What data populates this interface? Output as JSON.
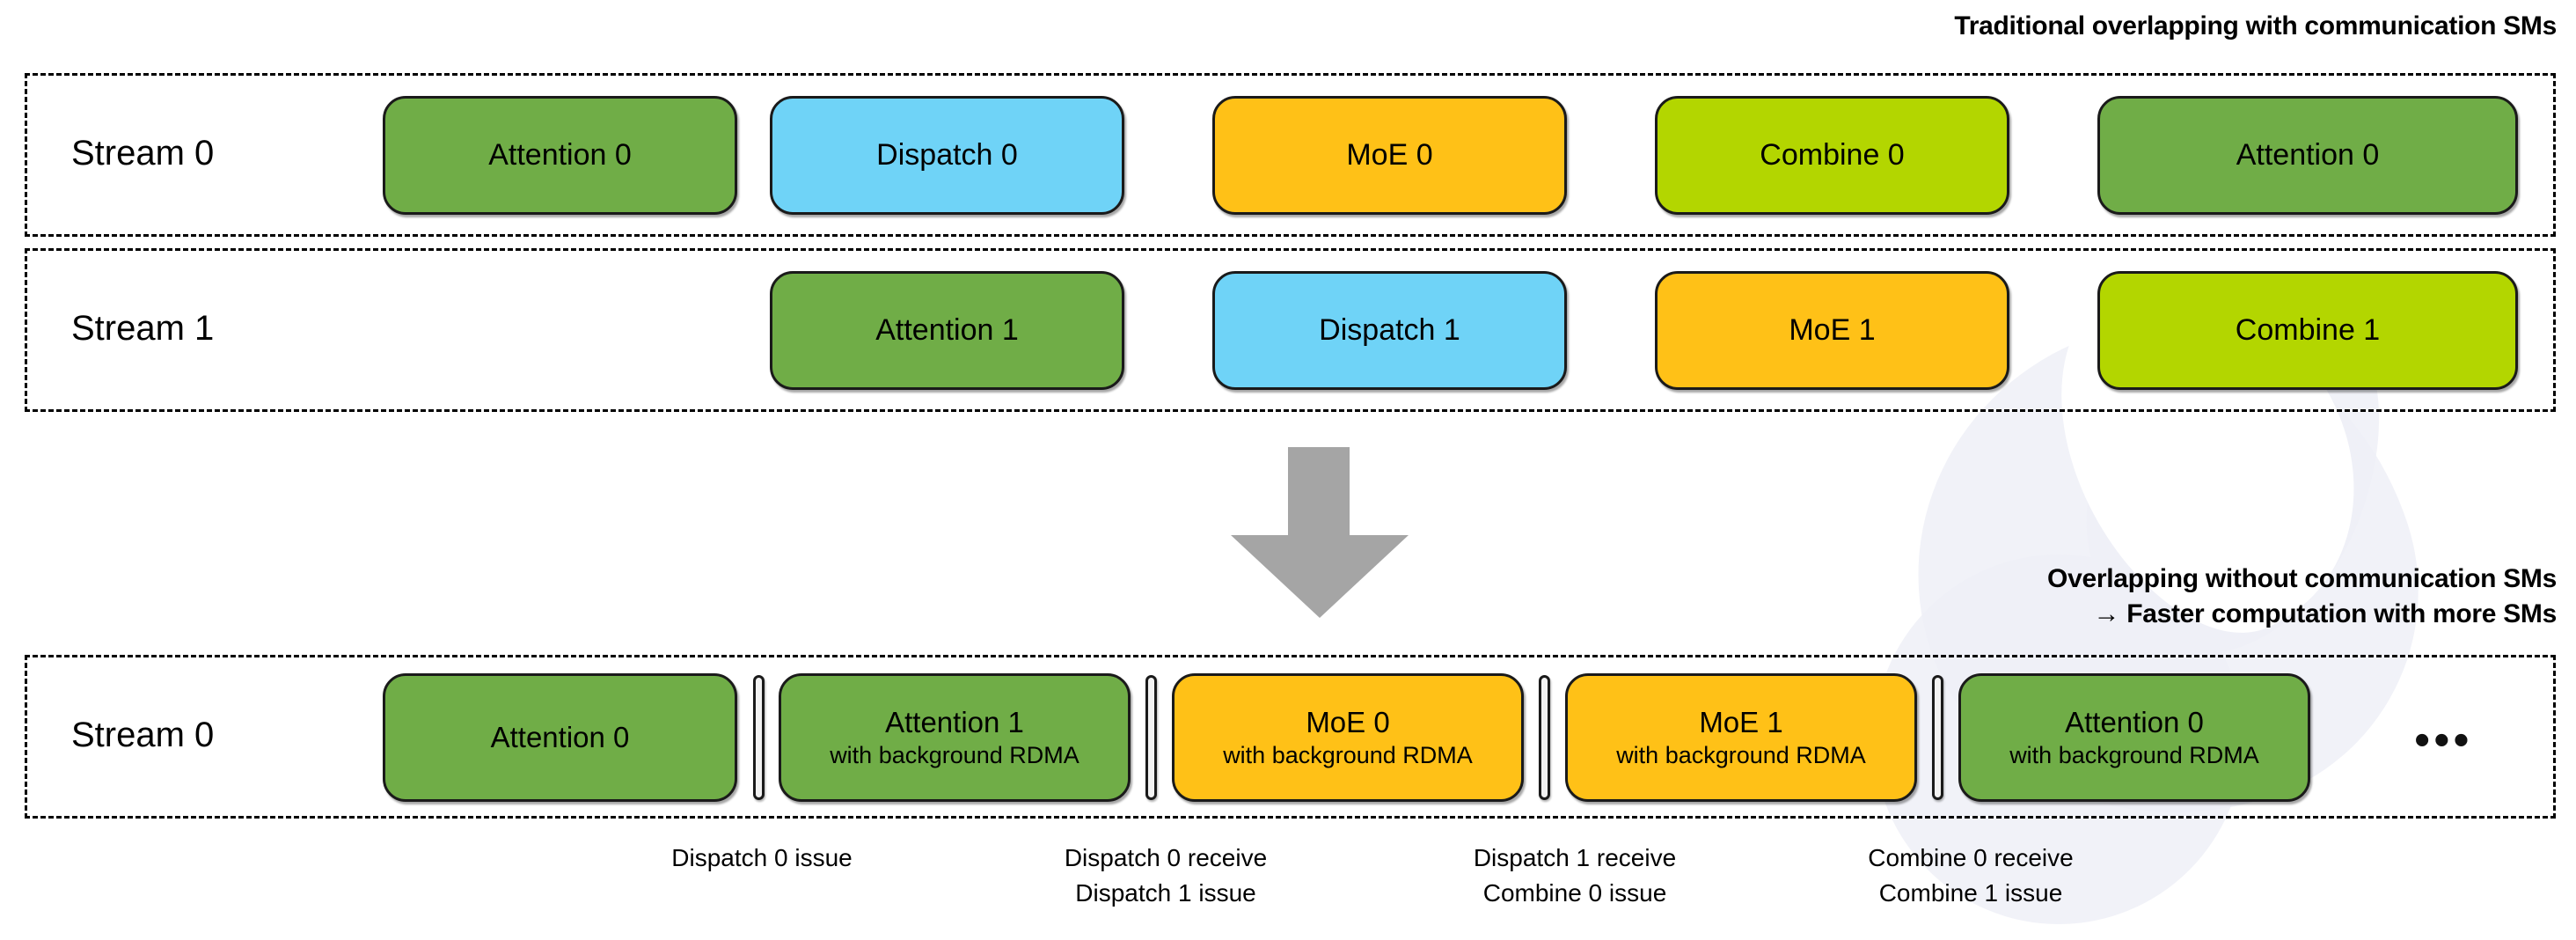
{
  "captions": {
    "top_right": "Traditional overlapping with communication SMs",
    "bottom_right": "Overlapping without communication SMs\n→ Faster computation with more SMs"
  },
  "colors": {
    "attention": "#70ad47",
    "dispatch": "#6fd3f7",
    "moe": "#ffc117",
    "combine": "#b3d600",
    "arrow": "#a5a5a5",
    "border": "#1a1a1a",
    "background": "#ffffff"
  },
  "traditional": {
    "rows": [
      {
        "label": "Stream 0",
        "blocks": [
          {
            "title": "Attention 0",
            "kind": "attention"
          },
          {
            "title": "Dispatch 0",
            "kind": "dispatch"
          },
          {
            "title": "MoE 0",
            "kind": "moe"
          },
          {
            "title": "Combine 0",
            "kind": "combine"
          },
          {
            "title": "Attention 0",
            "kind": "attention"
          }
        ]
      },
      {
        "label": "Stream 1",
        "blocks": [
          {
            "title": "Attention 1",
            "kind": "attention"
          },
          {
            "title": "Dispatch 1",
            "kind": "dispatch"
          },
          {
            "title": "MoE 1",
            "kind": "moe"
          },
          {
            "title": "Combine 1",
            "kind": "combine"
          }
        ]
      }
    ]
  },
  "arrow": {
    "icon": "down-arrow-icon",
    "direction": "down"
  },
  "optimized": {
    "row": {
      "label": "Stream 0",
      "blocks": [
        {
          "title": "Attention 0",
          "subtitle": "",
          "kind": "attention"
        },
        {
          "title": "Attention 1",
          "subtitle": "with background RDMA",
          "kind": "attention"
        },
        {
          "title": "MoE 0",
          "subtitle": "with background RDMA",
          "kind": "moe"
        },
        {
          "title": "MoE 1",
          "subtitle": "with background RDMA",
          "kind": "moe"
        },
        {
          "title": "Attention 0",
          "subtitle": "with background RDMA",
          "kind": "attention"
        }
      ],
      "ellipsis": "•••"
    },
    "annotations": [
      {
        "text": "Dispatch 0 issue"
      },
      {
        "text": "Dispatch 0 receive\nDispatch 1 issue"
      },
      {
        "text": "Dispatch 1 receive\nCombine 0 issue"
      },
      {
        "text": "Combine 0 receive\nCombine 1 issue"
      }
    ]
  }
}
